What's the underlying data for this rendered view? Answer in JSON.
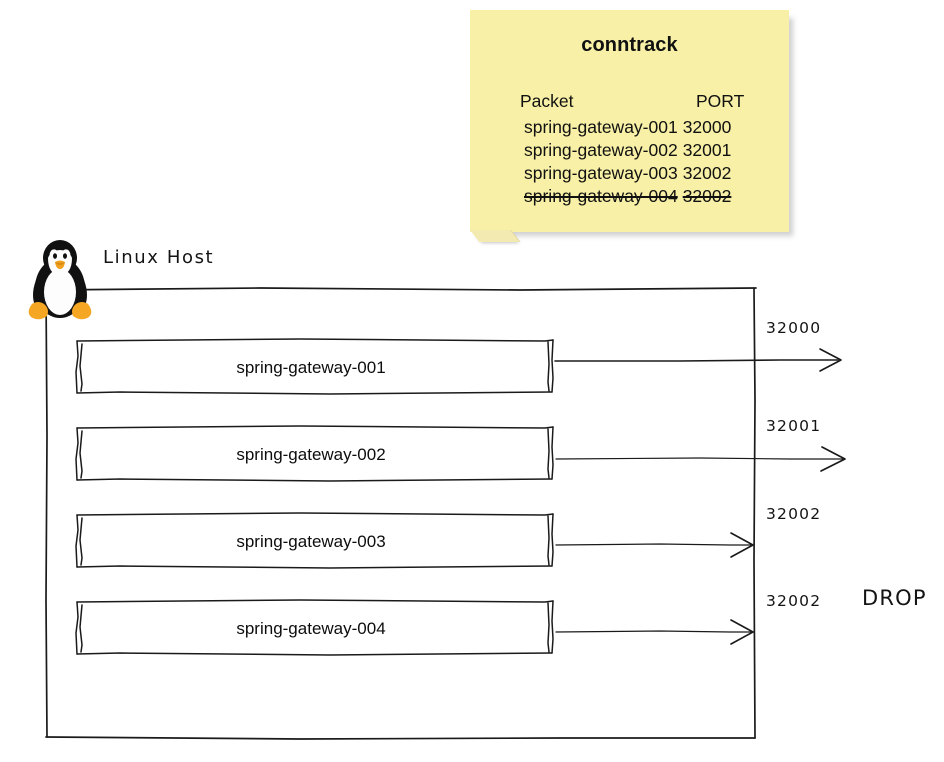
{
  "diagram": {
    "title_hint": "conntrack port allocation diagram",
    "colors": {
      "note_bg": "#f7f0a6",
      "note_shadow": "#b9b9b9",
      "stroke": "#1a1a1a",
      "text": "#111111",
      "tux_black": "#111111",
      "tux_white": "#ffffff",
      "tux_orange": "#f5a623",
      "tux_beak": "#f2a11c"
    }
  },
  "sticky_note": {
    "title": "conntrack",
    "columns": [
      "Packet",
      "PORT"
    ],
    "rows": [
      {
        "packet": "spring-gateway-001",
        "port": "32000",
        "struck": false
      },
      {
        "packet": "spring-gateway-002",
        "port": "32001",
        "struck": false
      },
      {
        "packet": "spring-gateway-003",
        "port": "32002",
        "struck": false
      },
      {
        "packet": "spring-gateway-004",
        "port": "32002",
        "struck": true
      }
    ]
  },
  "host": {
    "label": "Linux Host",
    "icon": "tux-penguin-icon",
    "boxes": [
      {
        "label": "spring-gateway-001"
      },
      {
        "label": "spring-gateway-002"
      },
      {
        "label": "spring-gateway-003"
      },
      {
        "label": "spring-gateway-004"
      }
    ]
  },
  "flows": [
    {
      "port": "32000",
      "status": ""
    },
    {
      "port": "32001",
      "status": ""
    },
    {
      "port": "32002",
      "status": ""
    },
    {
      "port": "32002",
      "status": "DROP"
    }
  ],
  "annotations": {
    "drop": "DROP"
  }
}
